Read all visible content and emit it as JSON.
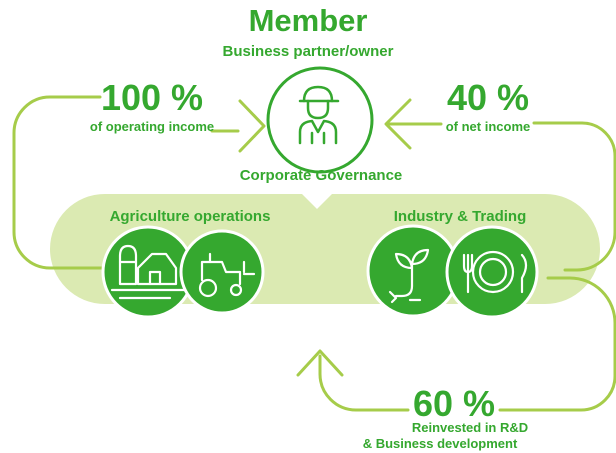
{
  "member": {
    "title": "Member",
    "subtitle": "Business partner/owner",
    "caption": "Corporate Governance"
  },
  "flows": {
    "left_percent": "100 %",
    "left_label": "of operating income",
    "right_percent": "40 %",
    "right_label": "of net income",
    "bottom_percent": "60 %",
    "bottom_label_line1": "Reinvested in R&D",
    "bottom_label_line2": "& Business development"
  },
  "sections": {
    "agriculture": "Agriculture operations",
    "industry": "Industry & Trading"
  },
  "icons": {
    "member": "farmer-icon",
    "farm": "farm-buildings-icon",
    "tractor": "tractor-icon",
    "plant": "plant-energy-icon",
    "food": "plate-cutlery-icon"
  },
  "colors": {
    "brand_green": "#35a82f",
    "line_green": "#a6cc4a",
    "panel_green": "#dbeab2",
    "icon_stroke": "#ffffff"
  }
}
